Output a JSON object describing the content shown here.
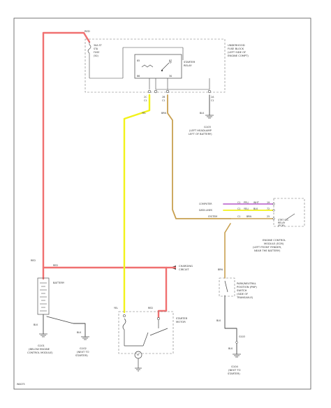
{
  "wires": {
    "red": "#f07070",
    "yellow": "#f2f21a",
    "tan": "#c8a050",
    "purple": "#c070d0",
    "black": "#444444",
    "frame": "#555555"
  },
  "labels": {
    "red_top": "RED",
    "fuse": [
      "30A ST",
      "STA",
      "FUSE",
      "(50)"
    ],
    "pins_left": [
      "85",
      "86"
    ],
    "pins_right": [
      "87",
      "30"
    ],
    "relay": [
      "STARTER",
      "RELAY"
    ],
    "underhood": [
      "UNDERHOOD",
      "FUSE BLOCK",
      "(LEFT SIDE OF",
      "ENGINE COMPT)"
    ],
    "pin_c1_a": "2C",
    "pin_c1_b": "C1",
    "pin_c2_a": "2B",
    "pin_c2_b": "C1",
    "pin_c3_a": "2A",
    "pin_c3_b": "C1",
    "wire_yel": "YEL",
    "wire_brn": "BRN",
    "wire_blk": "BLK",
    "ground_g103": [
      "G103",
      "(LEFT HEADLAMP",
      "LEFT OF BATTERY)"
    ],
    "computer_data": "COMPUTER",
    "data_lines": "DATA LINES",
    "system": "SYSTEM",
    "ecm_rows": [
      [
        "C1",
        "PPL/",
        "WHT",
        "19"
      ],
      [
        "C1",
        "YEL/",
        "BLK",
        "72"
      ],
      [
        "C1",
        "BRN",
        "",
        "25"
      ]
    ],
    "stbt_sig": [
      "STRT SIG",
      "RELAY",
      "(PCM)"
    ],
    "ecm": [
      "ENGINE CONTROL",
      "MODULE (ECM)",
      "(LEFT FRONT FENDER,",
      "NEAR THE BATTERY)"
    ],
    "brn_mid": "BRN",
    "park_switch": [
      "PARK/NEUTRAL",
      "POSITION (PNP)",
      "SWITCH",
      "(SIDE OF",
      "TRANSAXLE)"
    ],
    "red_mid": "RED",
    "red_right": "RED",
    "charging": [
      "CHARGING",
      "CIRCUIT"
    ],
    "battery": "BATTERY",
    "yel_low": "YEL",
    "red_low": "RED",
    "starter": [
      "STARTER",
      "MOTOR"
    ],
    "blk_left": "BLK",
    "blk_right": "BLK",
    "g101": [
      "G101",
      "(BELOW ENGINE",
      "CONTROL MODULE)"
    ],
    "g102": [
      "G102",
      "(NEXT TO",
      "STARTER)"
    ],
    "blk_pnp_a": "BLK",
    "blk_pnp_b": "BLK",
    "g103b": "G103",
    "g104": [
      "G104",
      "(NEXT TO",
      "STARTER)"
    ],
    "m_label": "M",
    "footer": "W0075"
  }
}
